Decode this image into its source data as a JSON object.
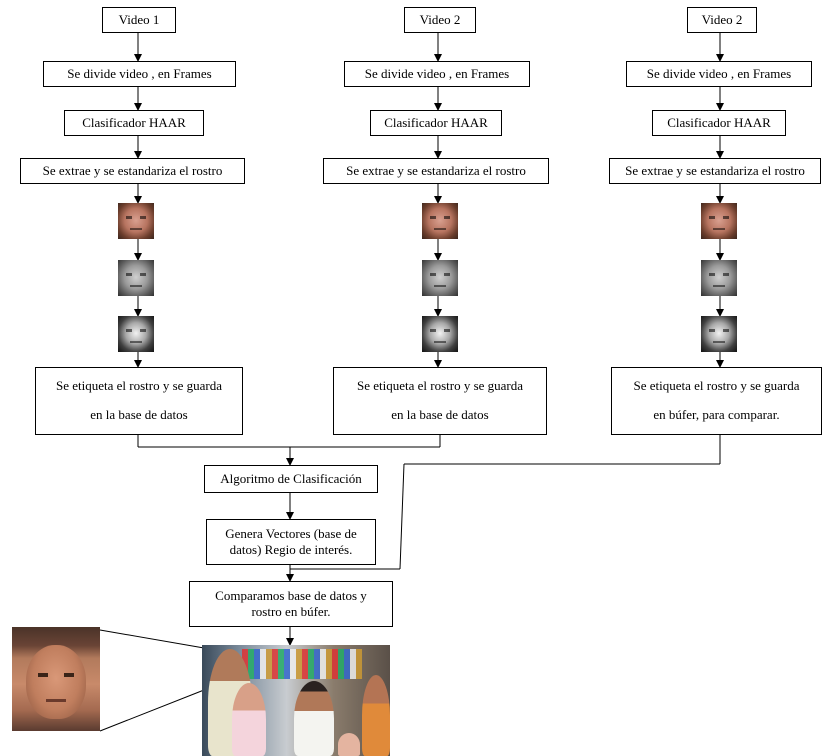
{
  "columns": [
    {
      "video_label": "Video 1",
      "split_label": "Se divide  video , en  Frames",
      "classifier_label": "Clasificador  HAAR",
      "extract_label": "Se extrae y  se estandariza el rostro",
      "tag_line1": "Se etiqueta el rostro y se guarda",
      "tag_line2": "en la base de datos"
    },
    {
      "video_label": "Video 2",
      "split_label": "Se divide   video , en  Frames",
      "classifier_label": "Clasificador  HAAR",
      "extract_label": "Se extrae y  se estandariza el rostro",
      "tag_line1": "Se etiqueta el rostro y se guarda",
      "tag_line2": "en la base de datos"
    },
    {
      "video_label": "Video 2",
      "split_label": "Se divide   video , en  Frames",
      "classifier_label": "Clasificador  HAAR",
      "extract_label": "Se extrae y  se estandariza el rostro",
      "tag_line1": "Se etiqueta el rostro y se guarda",
      "tag_line2": "en búfer, para comparar."
    }
  ],
  "face_stages": [
    "color-face",
    "grayscale-face",
    "equalized-face"
  ],
  "classification": {
    "label": "Algoritmo de Clasificación"
  },
  "vectors": {
    "line1": "Genera Vectores (base de",
    "line2": "datos) Regio de interés."
  },
  "compare": {
    "line1": "Comparamos base de datos y",
    "line2": "rostro  en búfer."
  },
  "colors": {
    "line": "#000000",
    "box_border": "#000000",
    "background": "#ffffff"
  }
}
